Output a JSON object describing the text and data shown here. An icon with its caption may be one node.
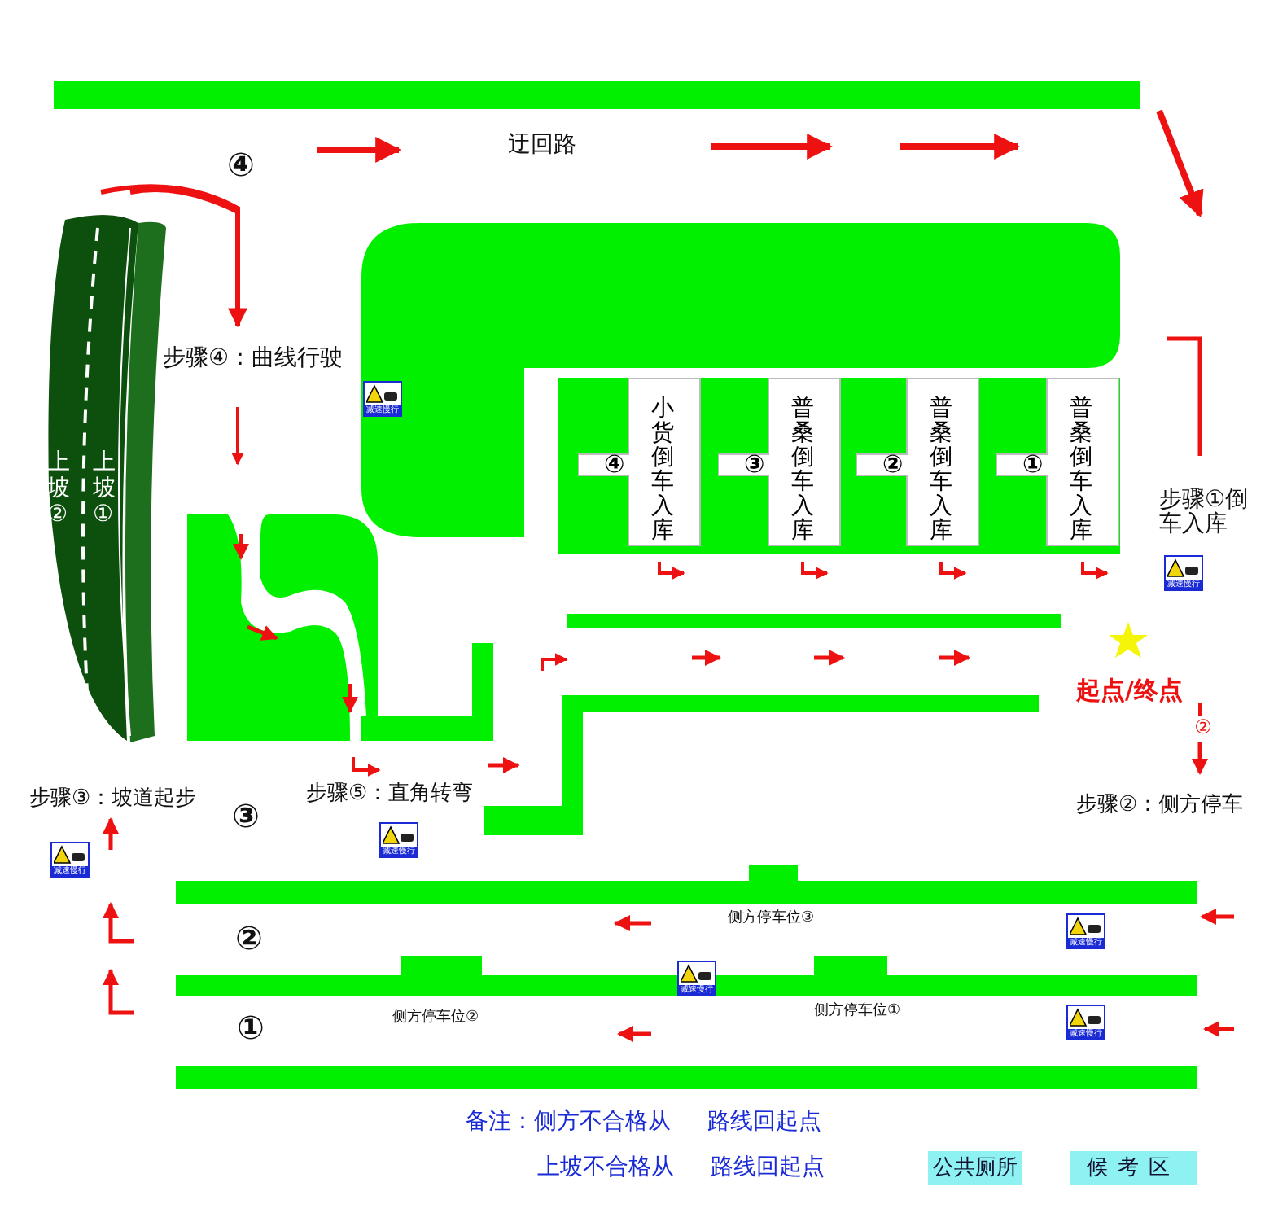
{
  "diagram": {
    "nodes": [
      {
        "text": [
          "④",
          "小货倒车入库"
        ]
      },
      {
        "text": [
          "③",
          "普桑倒车入库"
        ]
      },
      {
        "text": [
          "②",
          "普桑倒车入库"
        ]
      },
      {
        "text": [
          "①",
          "普桑倒车入库"
        ]
      }
    ],
    "labels": [
      "④",
      "迂回路",
      "步骤④：曲线行驶",
      "减速慢行",
      "上坡②",
      "上坡①",
      "步骤①倒车入库",
      "减速慢行",
      "起点/终点",
      "②",
      "步骤③：坡道起步",
      "步骤⑤：直角转弯",
      "步骤②：侧方停车",
      "③",
      "减速慢行",
      "减速慢行",
      "②",
      "侧方停车位③",
      "减速慢行",
      "减速慢行",
      "①",
      "侧方停车位②",
      "侧方停车位①",
      "减速慢行",
      "备注：侧方不合格从 路线回起点",
      "上坡不合格从 路线回起点",
      "公共厕所",
      "候考区"
    ]
  }
}
